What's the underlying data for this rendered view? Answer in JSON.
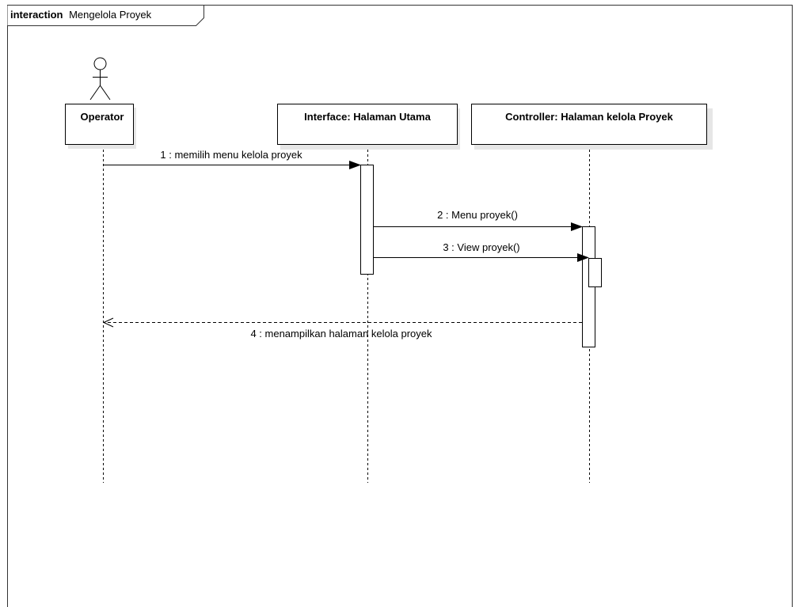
{
  "frame": {
    "keyword": "interaction",
    "name": "Mengelola Proyek"
  },
  "lifelines": [
    {
      "id": "operator",
      "label": "Operator",
      "kind": "actor"
    },
    {
      "id": "interface",
      "label": "Interface: Halaman Utama",
      "kind": "object"
    },
    {
      "id": "controller",
      "label": "Controller: Halaman kelola Proyek",
      "kind": "object"
    }
  ],
  "messages": [
    {
      "label": "1 : memilih menu kelola proyek",
      "from": "operator",
      "to": "interface",
      "type": "sync"
    },
    {
      "label": "2 : Menu proyek()",
      "from": "interface",
      "to": "controller",
      "type": "sync"
    },
    {
      "label": "3 : View proyek()",
      "from": "interface",
      "to": "controller",
      "type": "sync"
    },
    {
      "label": "4 : menampilkan halaman kelola proyek",
      "from": "controller",
      "to": "operator",
      "type": "return"
    }
  ],
  "colors": {
    "line": "#000000",
    "shadow": "#e6e6e6",
    "fill": "#ffffff"
  },
  "icons": {
    "actor": "stick-figure-icon"
  }
}
